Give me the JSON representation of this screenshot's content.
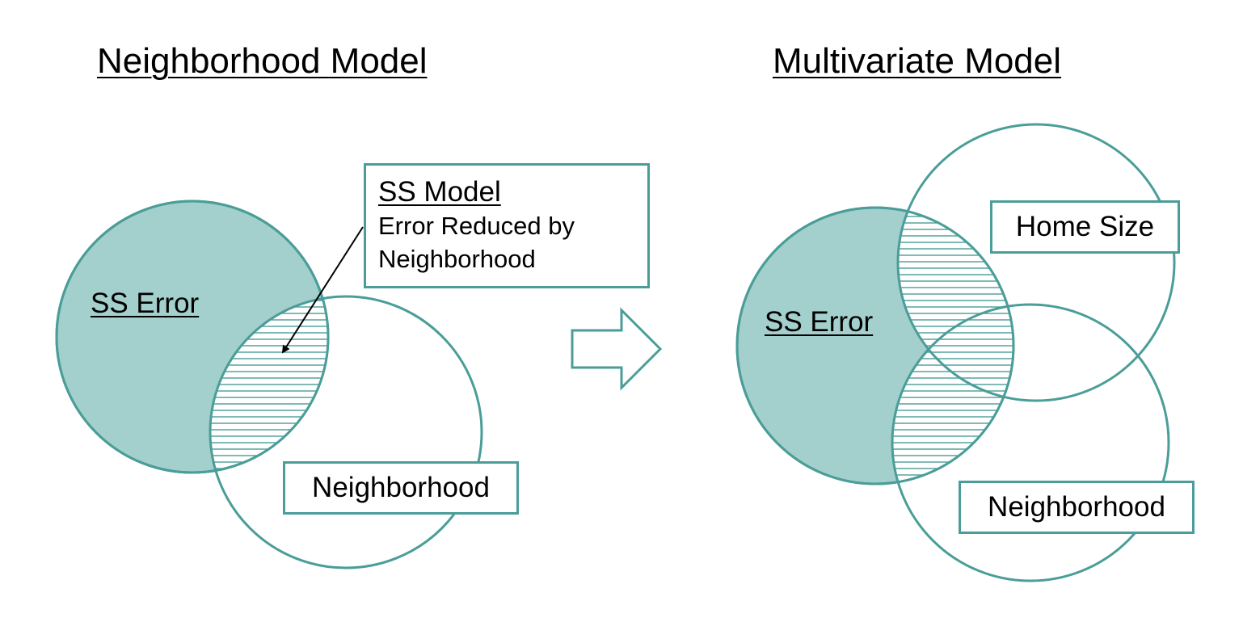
{
  "left_panel": {
    "title": "Neighborhood Model",
    "ss_error_label": "SS Error",
    "neighborhood_label": "Neighborhood",
    "callout": {
      "heading": "SS Model",
      "text": "Error Reduced by Neighborhood"
    }
  },
  "right_panel": {
    "title": "Multivariate Model",
    "ss_error_label": "SS Error",
    "home_size_label": "Home Size",
    "neighborhood_label": "Neighborhood"
  },
  "colors": {
    "teal_outline": "#4a9d98",
    "teal_fill": "#a3cfcc",
    "arrow_outline": "#4a9d98"
  },
  "icons": {
    "transition_arrow": "right-arrow-icon",
    "pointer_arrow": "pointer-arrow-icon"
  }
}
